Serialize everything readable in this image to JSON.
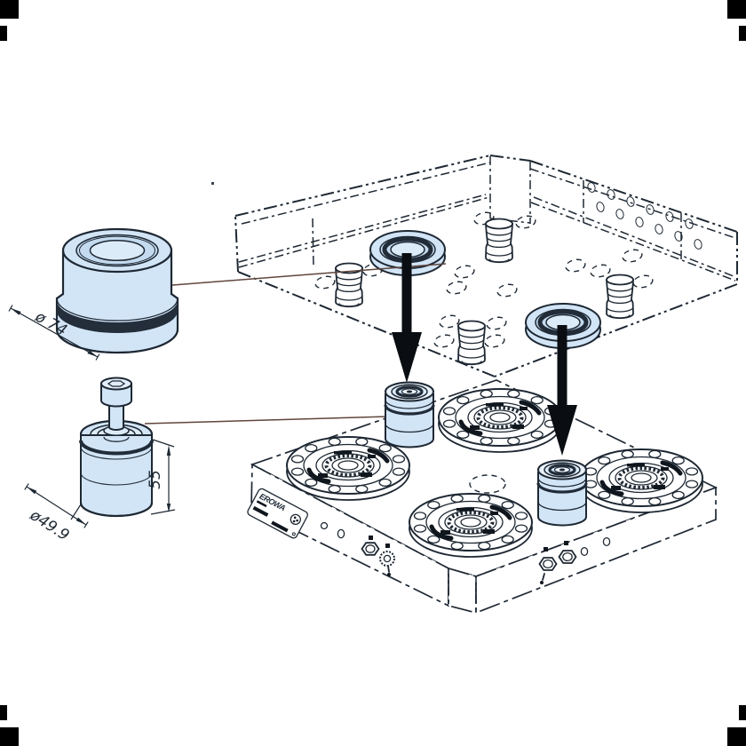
{
  "document": {
    "type": "technical-assembly-drawing",
    "background": "#ffffff",
    "description": "Exploded isometric drawing: pallet plate with bushings and clamping studs being lowered onto a 4-chuck clamping base"
  },
  "labels": {
    "brand": "EROWA",
    "dim_bushing_diameter": "ø 74",
    "dim_spigot_diameter": "ø49.9",
    "dim_spigot_height": "55"
  },
  "structure": {
    "chucks_on_base": 4,
    "clamping_studs_on_plate": 4,
    "blue_bushings_on_plate": 2,
    "blue_adapters_on_base": 2,
    "assembly_arrows": 2,
    "leader_lines": 2
  },
  "colors": {
    "line": "#1e2833",
    "part_fill": "#d2e5f7",
    "part_fill_light": "#e8f1fa",
    "dark_band": "#222c38",
    "leader_line": "#5f463c",
    "arrow": "#0a0e12",
    "crop_mark": "#000000"
  },
  "icons": {
    "assembly_arrow": "down-arrow",
    "corner_marks": "crop-mark"
  }
}
